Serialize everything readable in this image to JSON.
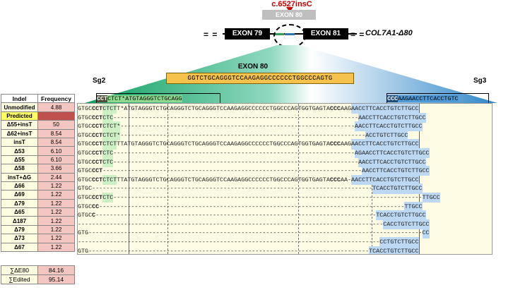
{
  "header": {
    "mutation": "c.6527insC",
    "exon80_label": "EXON 80",
    "exon79_label": "EXON 79",
    "exon81_label": "EXON 81",
    "gene_name": "COL7A1-Δ80",
    "dash_left": "= =",
    "dash_right": "= ="
  },
  "guides": {
    "sg2": "Sg2",
    "sg3": "Sg3",
    "exon80_mid": "EXON 80",
    "exon80_seq": "GGTCTGCAGGGTCCAAGAGGCCCCCCTGGCCCAGTG",
    "sg2_pam": "CCT",
    "sg2_rest": "CTCT*ATGTAGGGTCTGCAGG",
    "sg3_pam": "CCC",
    "sg3_rest": "AAGAACCTTCACCTGTC"
  },
  "table": {
    "headers": [
      "Indel",
      "Frequency"
    ],
    "rows": [
      {
        "indel": "Unmodified",
        "freq": "4.88"
      },
      {
        "indel": "Predicted",
        "freq": ""
      },
      {
        "indel": "Δ55+insT",
        "freq": "50"
      },
      {
        "indel": "Δ62+insT",
        "freq": "8.54"
      },
      {
        "indel": "insT",
        "freq": "8.54"
      },
      {
        "indel": "Δ53",
        "freq": "6.10"
      },
      {
        "indel": "Δ55",
        "freq": "6.10"
      },
      {
        "indel": "Δ58",
        "freq": "3.66"
      },
      {
        "indel": "insT+ΔG",
        "freq": "2.44"
      },
      {
        "indel": "Δ66",
        "freq": "1.22"
      },
      {
        "indel": "Δ69",
        "freq": "1.22"
      },
      {
        "indel": "Δ79",
        "freq": "1.22"
      },
      {
        "indel": "Δ65",
        "freq": "1.22"
      },
      {
        "indel": "Δ187",
        "freq": "1.22"
      },
      {
        "indel": "Δ79",
        "freq": "1.22"
      },
      {
        "indel": "Δ73",
        "freq": "1.22"
      },
      {
        "indel": "Δ67",
        "freq": "1.22"
      }
    ]
  },
  "sequences": [
    {
      "a": "GTGC",
      "b": "CCT",
      "c": "CTCT",
      "d": "T*ATGTAGGGTCTGCAGGGTCTGCAGGGTCCAAGAGGCCCCCCTGGCCCAGTGGTGAGTA",
      "e": "CCC",
      "f": "AAG",
      "g": "AACCTTCACCTGTCTTGCC"
    },
    {
      "a": "GTGC",
      "b": "CCT",
      "c": "CTC",
      "d": "---------------------------------------------------------------------",
      "e": "",
      "f": "",
      "g": "AACCTTCACCTGTCTTGCC"
    },
    {
      "a": "GTGC",
      "b": "CCT",
      "c": "CTCT*",
      "d": "------------------------------------------------------------------",
      "e": "",
      "f": "",
      "g": "AACCTTCACCTGTCTTGCC"
    },
    {
      "a": "GTGC",
      "b": "CCT",
      "c": "CTCT*",
      "d": "---------------------------------------------------------------------",
      "e": "",
      "f": "",
      "g": "ACCTGTCTTGCC"
    },
    {
      "a": "GTGC",
      "b": "CCT",
      "c": "CTCT",
      "d": "TTATGTAGGGTCTGCAGGGTCTGCAGGGTCCAAGAGGCCCCCCTGGCCCAGTGGTGAGTA",
      "e": "CCC",
      "f": "AAG",
      "g": "AACCTTCACCTGTCTTGCC"
    },
    {
      "a": "GTGC",
      "b": "CCT",
      "c": "CTC",
      "d": "--------------------------------------------------------------------",
      "e": "",
      "f": "",
      "g": "AGAACCTTCACCTGTCTTGCC"
    },
    {
      "a": "GTGC",
      "b": "CCT",
      "c": "CTC",
      "d": "---------------------------------------------------------------------",
      "e": "",
      "f": "",
      "g": "AACCTTCACCTGTCTTGCC"
    },
    {
      "a": "GTGC",
      "b": "CCT",
      "c": "",
      "d": "-------------------------------------------------------------------------",
      "e": "",
      "f": "",
      "g": "AACCTTCACCTGTCTTGCC"
    },
    {
      "a": "GTGC",
      "b": "CCT",
      "c": "CTCT",
      "d": "TTATGTAGGGTCTGCAGGGTCTGCAGGGTCCAAGAGGCCCCCCTGGCCCAGTGGTGAGTA",
      "e": "CCC",
      "f": "AA-",
      "g": "AACCTTCACCTGTCTTGCC"
    },
    {
      "a": "GTGC",
      "b": "",
      "c": "",
      "d": "-------------------------------------------------------------------------------",
      "e": "",
      "f": "",
      "g": "TCACCTGTCTTGCC"
    },
    {
      "a": "GTGC",
      "b": "CCT",
      "c": "CTC",
      "d": "---------------------------------------------------------------------------------------",
      "e": "",
      "f": "",
      "g": "TTGCC"
    },
    {
      "a": "GTGC",
      "b": "CC",
      "c": "",
      "d": "--------------------------------------------------------------------------------------",
      "e": "",
      "f": "",
      "g": "TTGCC"
    },
    {
      "a": "GTGC",
      "b": "C",
      "c": "",
      "d": "-------------------------------------------------------------------------------",
      "e": "",
      "f": "",
      "g": "TCACCTGTCTTGCC"
    },
    {
      "a": "----",
      "b": "",
      "c": "",
      "d": "----------------------------------------------------------------------------------",
      "e": "",
      "f": "",
      "g": "CACCTGTCTTGCC"
    },
    {
      "a": "GTG",
      "b": "",
      "c": "",
      "d": "----------------------------------------------------------------------------------------------",
      "e": "",
      "f": "",
      "g": "CC"
    },
    {
      "a": "----",
      "b": "",
      "c": "",
      "d": "---------------------------------------------------------------------------------",
      "e": "",
      "f": "",
      "g": "CCTGTCTTGCC"
    },
    {
      "a": "GTG",
      "b": "",
      "c": "",
      "d": "-------------------------------------------------------------------------------",
      "e": "",
      "f": "",
      "g": "TCACCTGTCTTGCC"
    }
  ],
  "summary": [
    {
      "label": "∑ΔE80",
      "value": "84.16"
    },
    {
      "label": "∑Edited",
      "value": "95.14"
    }
  ]
}
